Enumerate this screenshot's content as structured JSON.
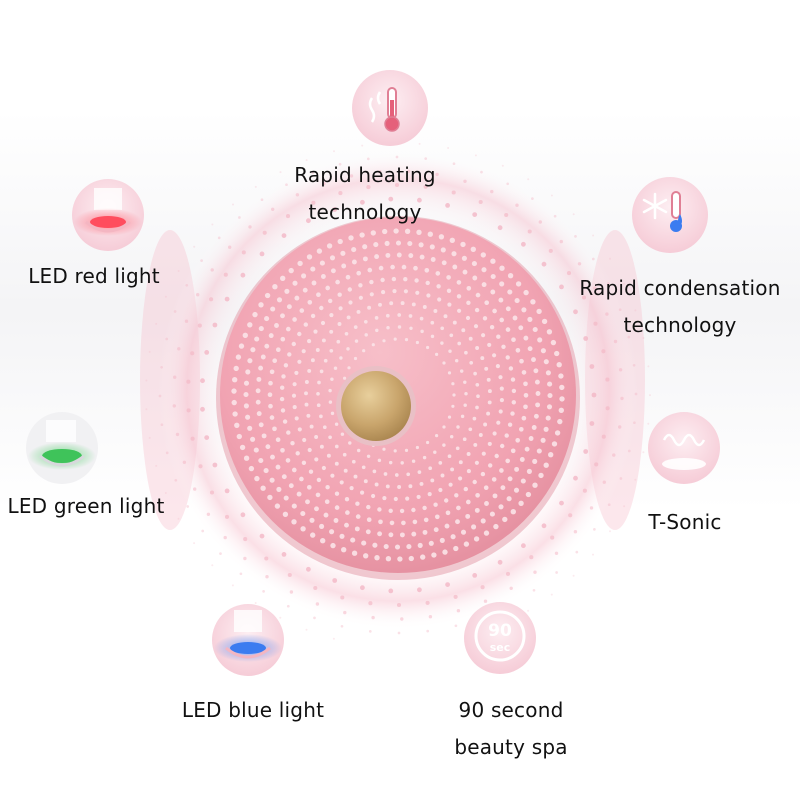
{
  "features": {
    "heating": {
      "line1": "Rapid heating",
      "line2": "technology",
      "icon": "thermometer-heat-icon"
    },
    "condensation": {
      "line1": "Rapid condensation",
      "line2": "technology",
      "icon": "snowflake-droplet-icon"
    },
    "red_light": {
      "label": "LED red light",
      "icon": "led-red-lamp-icon"
    },
    "green_light": {
      "label": "LED green light",
      "icon": "led-green-lamp-icon"
    },
    "blue_light": {
      "label": "LED blue light",
      "icon": "led-blue-lamp-icon"
    },
    "tsonic": {
      "label": "T-Sonic",
      "icon": "sonic-wave-icon"
    },
    "spa": {
      "line1": "90 second",
      "line2": "beauty spa",
      "icon": "timer-90-icon",
      "badge_number": "90",
      "badge_unit": "sec"
    }
  },
  "colors": {
    "device_pink": "#f2a9b6",
    "bristle_pink": "#fbe3e8",
    "gold": "#c9a56c",
    "badge_pink": "#f9d7df",
    "accent_pink": "#e98aa2",
    "led_red": "#ff4d5e",
    "led_green": "#3fc35a",
    "led_blue": "#3b7cf0"
  }
}
